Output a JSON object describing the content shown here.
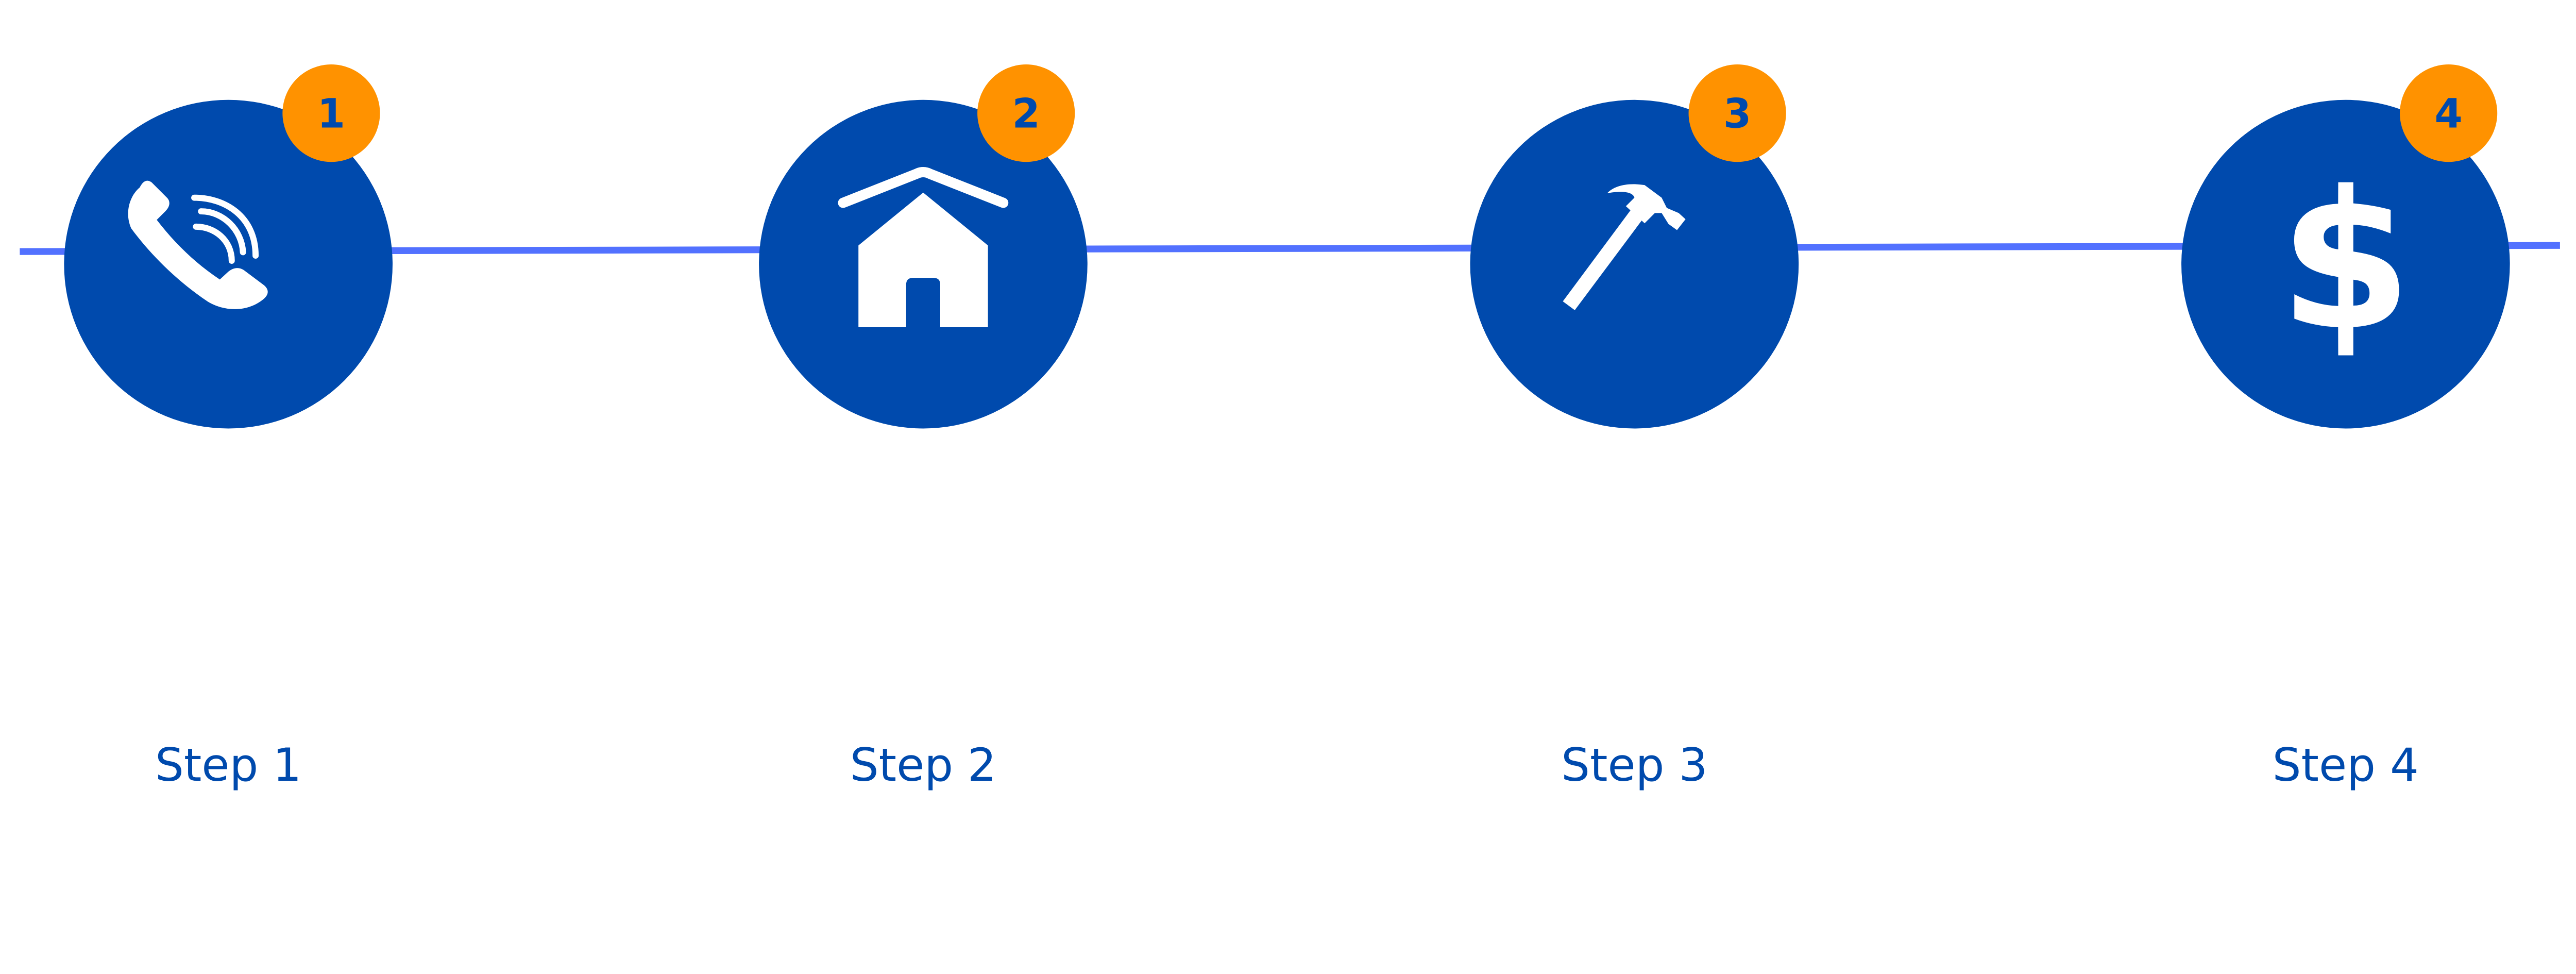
{
  "colors": {
    "circle": "#004aad",
    "badge": "#ff9200",
    "line": "#5271ff",
    "text": "#004aad",
    "icon": "#ffffff"
  },
  "steps": [
    {
      "number": "1",
      "label": "Step 1",
      "icon": "phone-icon"
    },
    {
      "number": "2",
      "label": "Step 2",
      "icon": "house-icon"
    },
    {
      "number": "3",
      "label": "Step 3",
      "icon": "hammer-icon"
    },
    {
      "number": "4",
      "label": "Step 4",
      "icon": "dollar-icon"
    }
  ]
}
